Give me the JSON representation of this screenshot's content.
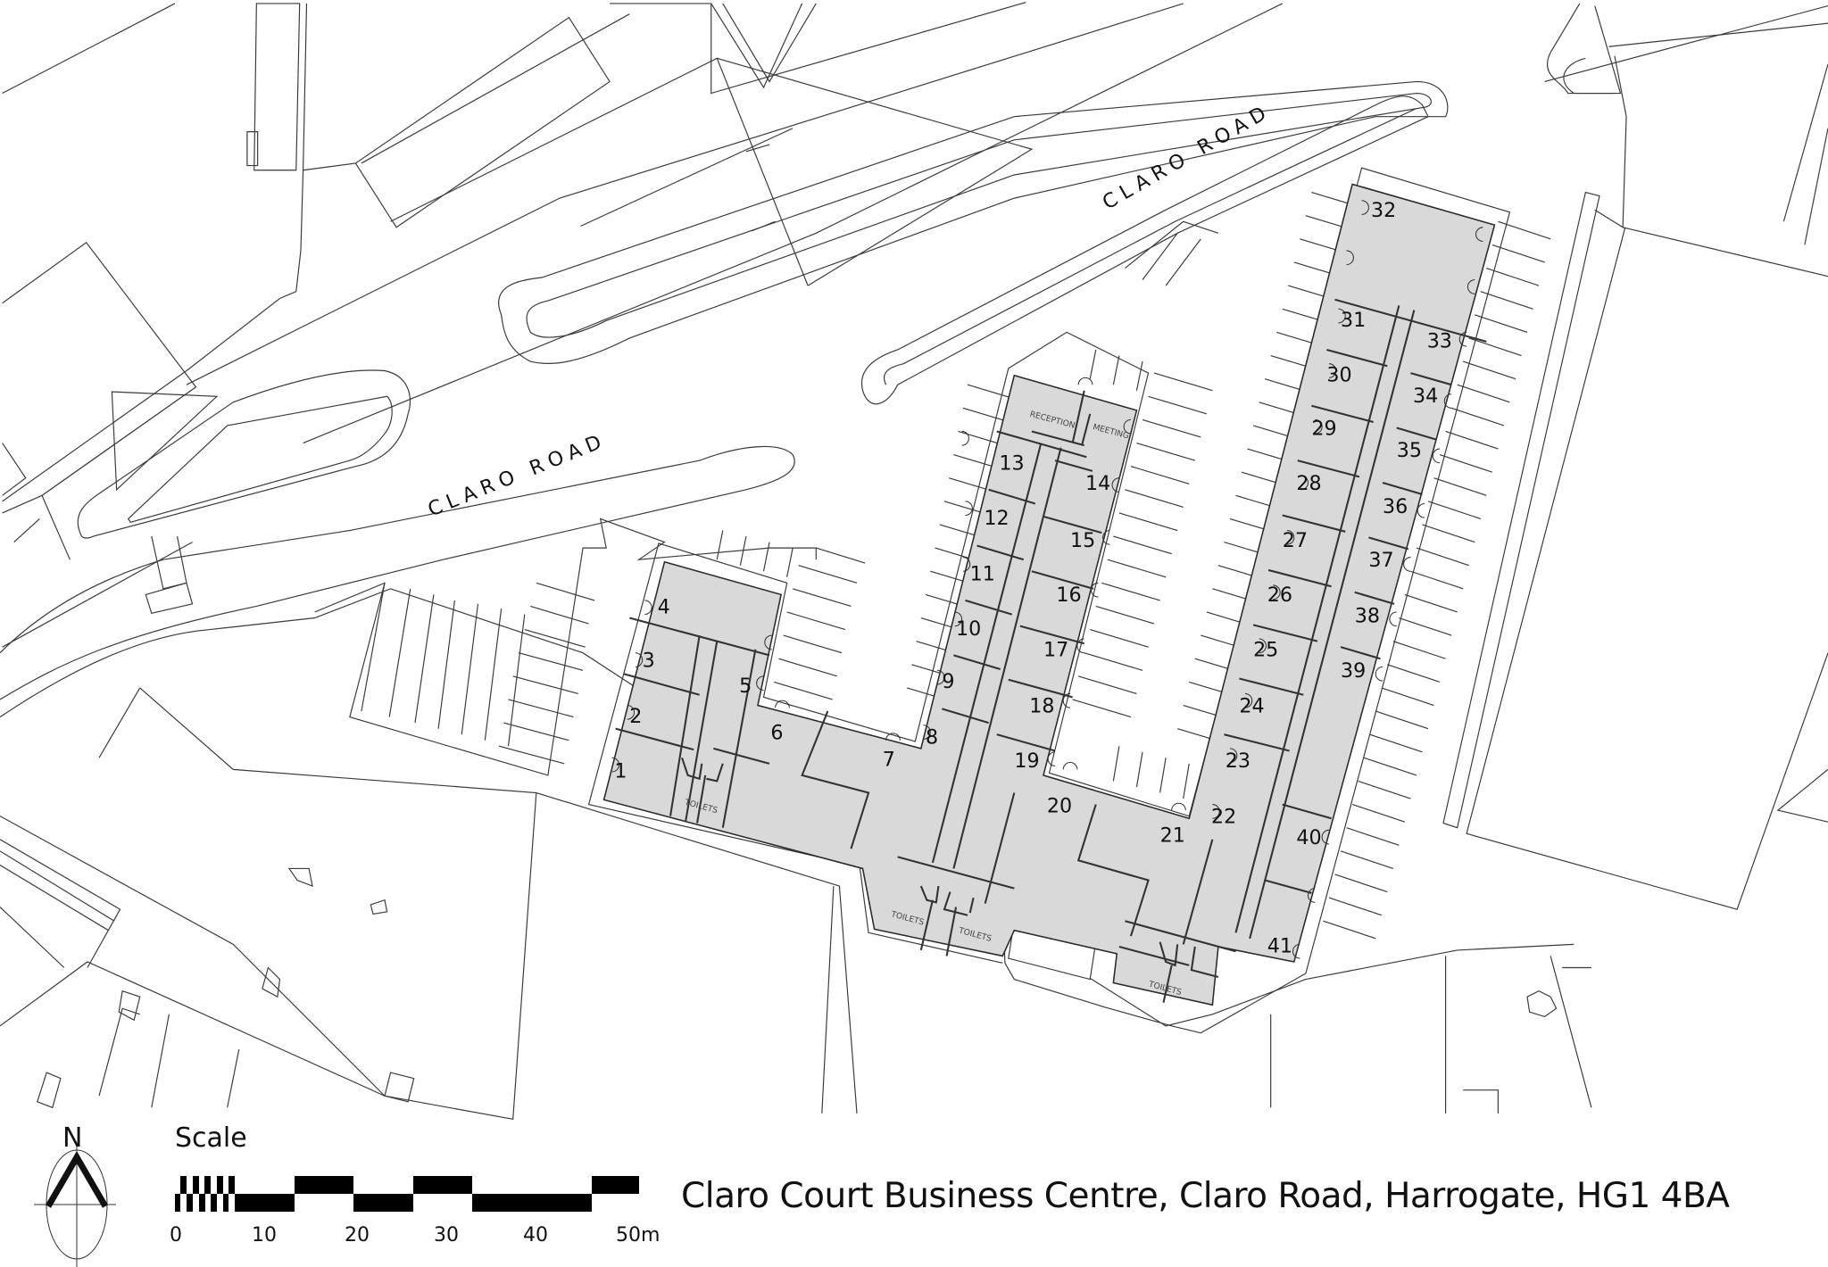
{
  "map": {
    "title": "Claro Court Business Centre, Claro Road, Harrogate, HG1 4BA",
    "road_labels": [
      "CLARO ROAD",
      "CLARO ROAD"
    ],
    "units": [
      {
        "id": "1",
        "label": "1"
      },
      {
        "id": "2",
        "label": "2"
      },
      {
        "id": "3",
        "label": "3"
      },
      {
        "id": "4",
        "label": "4"
      },
      {
        "id": "5",
        "label": "5"
      },
      {
        "id": "6",
        "label": "6"
      },
      {
        "id": "7",
        "label": "7"
      },
      {
        "id": "8",
        "label": "8"
      },
      {
        "id": "9",
        "label": "9"
      },
      {
        "id": "10",
        "label": "10"
      },
      {
        "id": "11",
        "label": "11"
      },
      {
        "id": "12",
        "label": "12"
      },
      {
        "id": "13",
        "label": "13"
      },
      {
        "id": "14",
        "label": "14"
      },
      {
        "id": "15",
        "label": "15"
      },
      {
        "id": "16",
        "label": "16"
      },
      {
        "id": "17",
        "label": "17"
      },
      {
        "id": "18",
        "label": "18"
      },
      {
        "id": "19",
        "label": "19"
      },
      {
        "id": "20",
        "label": "20"
      },
      {
        "id": "21",
        "label": "21"
      },
      {
        "id": "22",
        "label": "22"
      },
      {
        "id": "23",
        "label": "23"
      },
      {
        "id": "24",
        "label": "24"
      },
      {
        "id": "25",
        "label": "25"
      },
      {
        "id": "26",
        "label": "26"
      },
      {
        "id": "27",
        "label": "27"
      },
      {
        "id": "28",
        "label": "28"
      },
      {
        "id": "29",
        "label": "29"
      },
      {
        "id": "30",
        "label": "30"
      },
      {
        "id": "31",
        "label": "31"
      },
      {
        "id": "32",
        "label": "32"
      },
      {
        "id": "33",
        "label": "33"
      },
      {
        "id": "34",
        "label": "34"
      },
      {
        "id": "35",
        "label": "35"
      },
      {
        "id": "36",
        "label": "36"
      },
      {
        "id": "37",
        "label": "37"
      },
      {
        "id": "38",
        "label": "38"
      },
      {
        "id": "39",
        "label": "39"
      },
      {
        "id": "40",
        "label": "40"
      },
      {
        "id": "41",
        "label": "41"
      }
    ],
    "rooms": {
      "reception": "RECEPTION",
      "meeting": "MEETING",
      "toilets": "TOILETS"
    },
    "colors": {
      "building_fill": "#d9d9d9",
      "line": "#333333",
      "background": "#ffffff"
    }
  },
  "legend": {
    "north_label": "N",
    "scale_label": "Scale",
    "scale_ticks": [
      "0",
      "10",
      "20",
      "30",
      "40",
      "50m"
    ],
    "scale_unit": "m",
    "scale_max": 50
  }
}
